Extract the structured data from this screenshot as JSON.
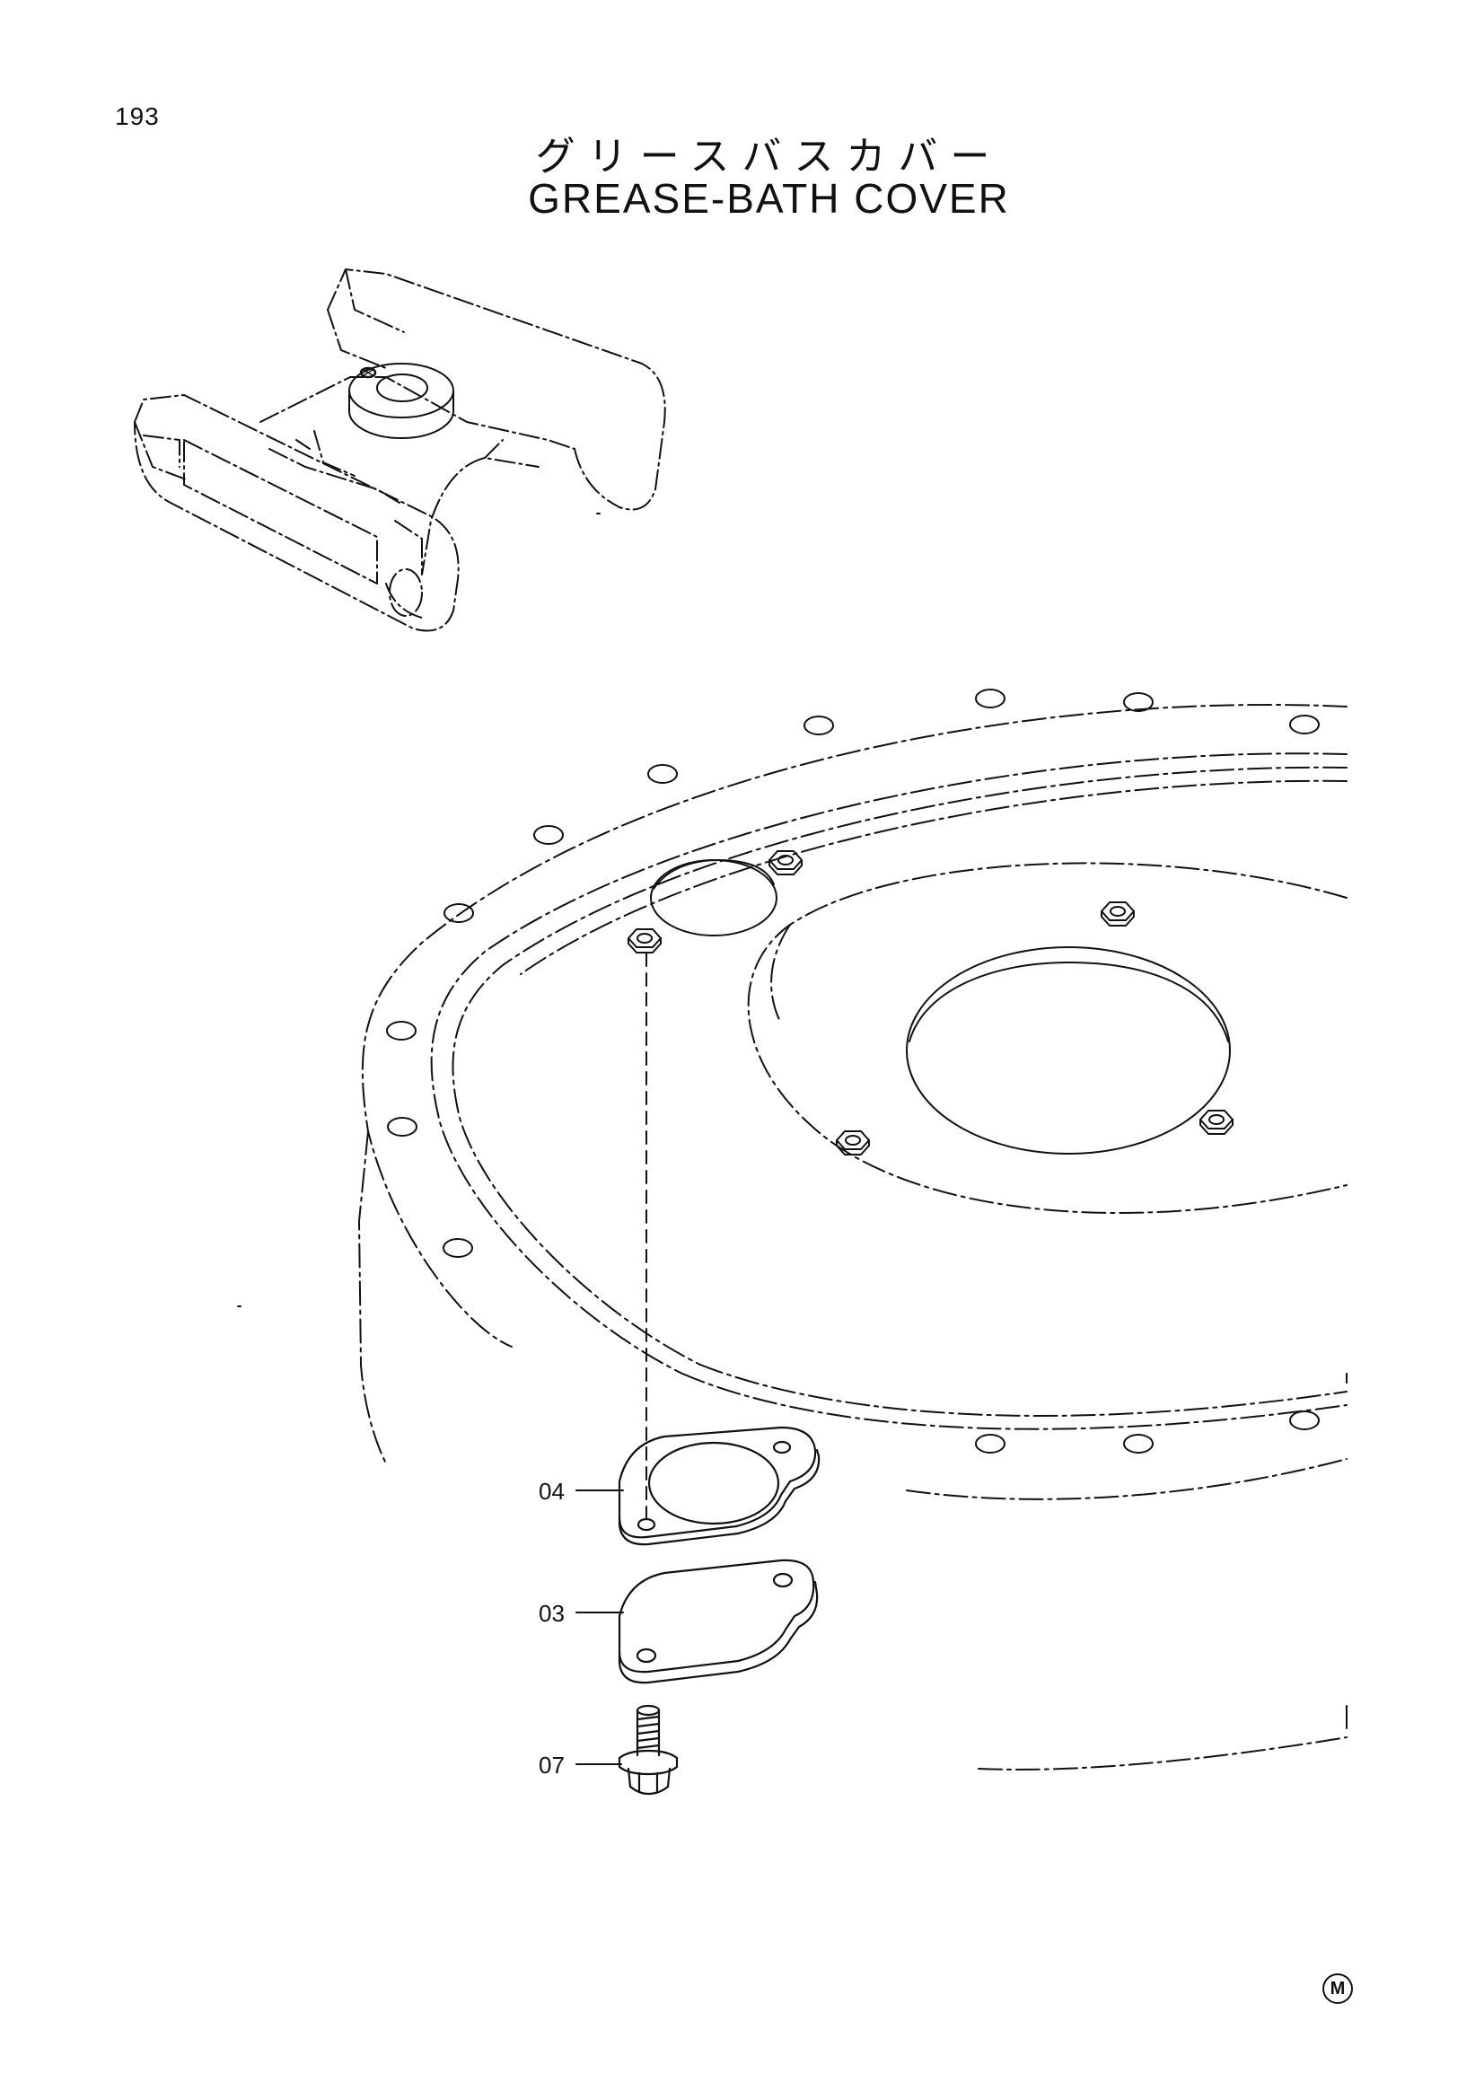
{
  "page": {
    "number": "193"
  },
  "title": {
    "japanese": "グリースバスカバー",
    "english": "GREASE-BATH COVER"
  },
  "callouts": [
    {
      "label": "04"
    },
    {
      "label": "03"
    },
    {
      "label": "07"
    }
  ],
  "maker_mark": "M",
  "colors": {
    "line": "#111111",
    "background": "#ffffff"
  }
}
